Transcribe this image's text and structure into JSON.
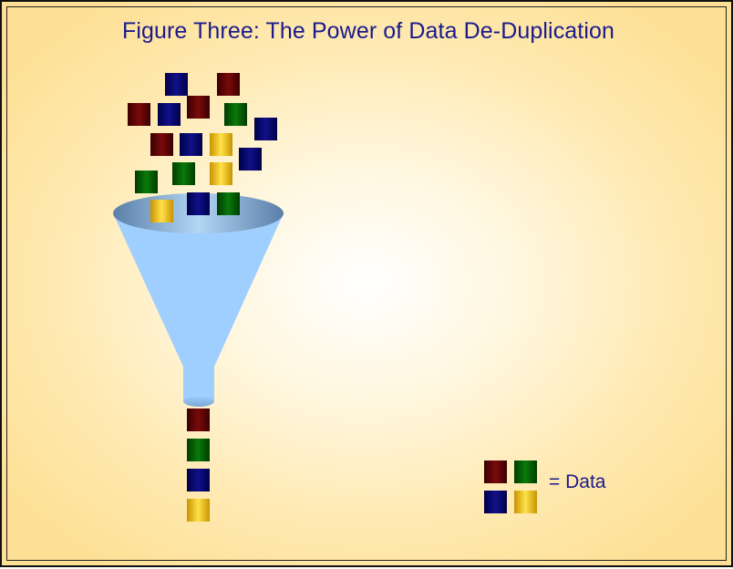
{
  "title": "Figure Three: The Power of Data De-Duplication",
  "legend": {
    "label": "= Data"
  },
  "colors": {
    "maroon": "#6b0000",
    "blue": "#000070",
    "green": "#006400",
    "gold": "#f5c400",
    "funnel": "#9fcfff",
    "title": "#1a1a8c"
  },
  "funnel_blocks": [
    "blue",
    "maroon",
    "maroon",
    "blue",
    "maroon",
    "green",
    "blue",
    "maroon",
    "blue",
    "gold",
    "blue",
    "green",
    "gold",
    "green",
    "blue",
    "green",
    "gold"
  ],
  "output_blocks": [
    "maroon",
    "green",
    "blue",
    "gold"
  ],
  "legend_blocks": [
    "maroon",
    "green",
    "blue",
    "gold"
  ]
}
